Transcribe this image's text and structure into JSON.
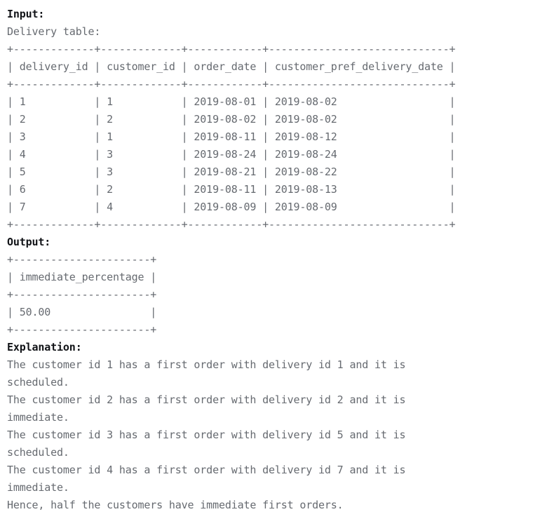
{
  "input": {
    "heading": "Input:",
    "table_caption": "Delivery table:",
    "delivery_table": {
      "border": "+-------------+-------------+------------+-----------------------------+",
      "header_row": "| delivery_id | customer_id | order_date | customer_pref_delivery_date |",
      "columns": [
        "delivery_id",
        "customer_id",
        "order_date",
        "customer_pref_delivery_date"
      ],
      "rows": [
        "| 1           | 1           | 2019-08-01 | 2019-08-02                  |",
        "| 2           | 2           | 2019-08-02 | 2019-08-02                  |",
        "| 3           | 1           | 2019-08-11 | 2019-08-12                  |",
        "| 4           | 3           | 2019-08-24 | 2019-08-24                  |",
        "| 5           | 3           | 2019-08-21 | 2019-08-22                  |",
        "| 6           | 2           | 2019-08-11 | 2019-08-13                  |",
        "| 7           | 4           | 2019-08-09 | 2019-08-09                  |"
      ],
      "row_values": [
        {
          "delivery_id": "1",
          "customer_id": "1",
          "order_date": "2019-08-01",
          "customer_pref_delivery_date": "2019-08-02"
        },
        {
          "delivery_id": "2",
          "customer_id": "2",
          "order_date": "2019-08-02",
          "customer_pref_delivery_date": "2019-08-02"
        },
        {
          "delivery_id": "3",
          "customer_id": "1",
          "order_date": "2019-08-11",
          "customer_pref_delivery_date": "2019-08-12"
        },
        {
          "delivery_id": "4",
          "customer_id": "3",
          "order_date": "2019-08-24",
          "customer_pref_delivery_date": "2019-08-24"
        },
        {
          "delivery_id": "5",
          "customer_id": "3",
          "order_date": "2019-08-21",
          "customer_pref_delivery_date": "2019-08-22"
        },
        {
          "delivery_id": "6",
          "customer_id": "2",
          "order_date": "2019-08-11",
          "customer_pref_delivery_date": "2019-08-13"
        },
        {
          "delivery_id": "7",
          "customer_id": "4",
          "order_date": "2019-08-09",
          "customer_pref_delivery_date": "2019-08-09"
        }
      ]
    }
  },
  "output": {
    "heading": "Output:",
    "result_table": {
      "border": "+----------------------+",
      "header_row": "| immediate_percentage |",
      "columns": [
        "immediate_percentage"
      ],
      "rows": [
        "| 50.00                |"
      ],
      "row_values": [
        {
          "immediate_percentage": "50.00"
        }
      ]
    }
  },
  "explanation": {
    "heading": "Explanation:",
    "lines": [
      "The customer id 1 has a first order with delivery id 1 and it is",
      "scheduled.",
      "The customer id 2 has a first order with delivery id 2 and it is",
      "immediate.",
      "The customer id 3 has a first order with delivery id 5 and it is",
      "scheduled.",
      "The customer id 4 has a first order with delivery id 7 and it is",
      "immediate.",
      "Hence, half the customers have immediate first orders."
    ]
  },
  "colors": {
    "background": "#ffffff",
    "heading_text": "#111317",
    "body_text": "#666a70"
  }
}
